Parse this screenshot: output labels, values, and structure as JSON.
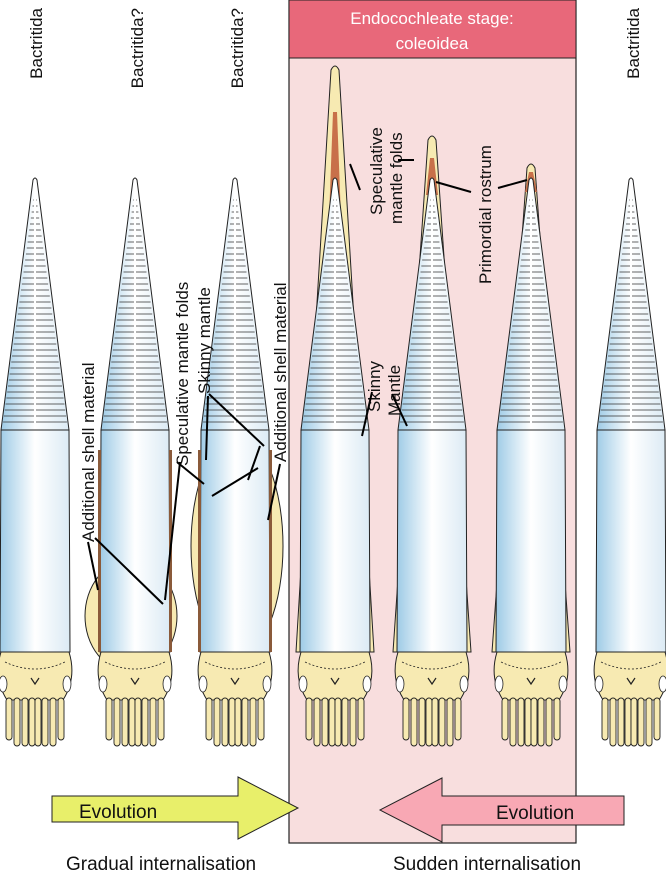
{
  "header": {
    "line1": "Endocochleate stage:",
    "line2": "coleoidea"
  },
  "column_titles": [
    "Bactritida",
    "Bactritida?",
    "Bactritida?",
    "Bactritida"
  ],
  "labels": {
    "additional_shell_material": "Additional shell material",
    "speculative_mantle_folds": "Speculative mantle folds",
    "skinny_mantle": "Skinny mantle",
    "speculative_line1": "Speculative",
    "speculative_line2": "mantle folds",
    "primordial_rostrum": "Primordial rostrum",
    "skinny_line1": "Skinny",
    "skinny_line2": "Mantle"
  },
  "arrows": {
    "left_label": "Evolution",
    "right_label": "Evolution"
  },
  "captions": {
    "left": "Gradual internalisation",
    "right": "Sudden internalisation"
  },
  "colors": {
    "band_fill": "#f8dede",
    "band_stroke": "#222222",
    "header_fill": "#e8687a",
    "header_text": "#ffffff",
    "shell_blue": "#b8d8ec",
    "mantle_yellow": "#f7eab2",
    "rostrum_brown": "#c8704a",
    "arrow_yellow": "#e8ef6a",
    "arrow_pink": "#f8a8b4"
  }
}
